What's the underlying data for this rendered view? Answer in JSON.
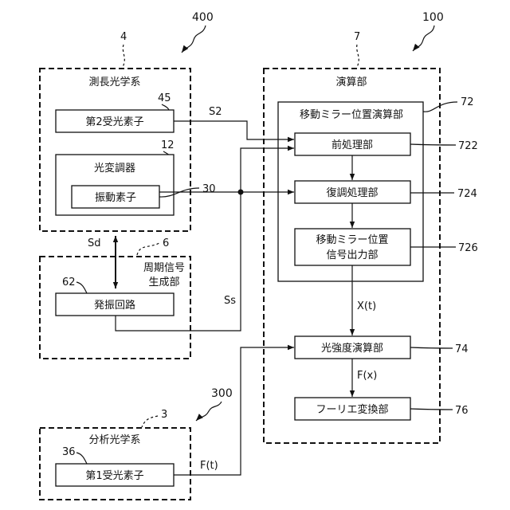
{
  "refs": {
    "r400": "400",
    "r100": "100",
    "r4": "4",
    "r7": "7",
    "r45": "45",
    "r12": "12",
    "r30": "30",
    "r72": "72",
    "r722": "722",
    "r724": "724",
    "r726": "726",
    "r6": "6",
    "r62": "62",
    "r74": "74",
    "r76": "76",
    "r300": "300",
    "r3": "3",
    "r36": "36"
  },
  "groups": {
    "measuring_optics": "測長光学系",
    "computation_unit": "演算部",
    "mirror_position_unit": "移動ミラー位置演算部",
    "periodic_signal_line1": "周期信号",
    "periodic_signal_line2": "生成部",
    "analysis_optics": "分析光学系"
  },
  "blocks": {
    "second_receiver": "第2受光素子",
    "light_modulator": "光変調器",
    "vibration_element": "振動素子",
    "oscillator": "発振回路",
    "preprocessing": "前処理部",
    "demodulation": "復調処理部",
    "mirror_output_line1": "移動ミラー位置",
    "mirror_output_line2": "信号出力部",
    "intensity_calc": "光強度演算部",
    "fourier_transform": "フーリエ変換部",
    "first_receiver": "第1受光素子"
  },
  "signals": {
    "s2": "S2",
    "sd": "Sd",
    "ss": "Ss",
    "xt": "X(t)",
    "fx": "F(x)",
    "ft": "F(t)"
  }
}
